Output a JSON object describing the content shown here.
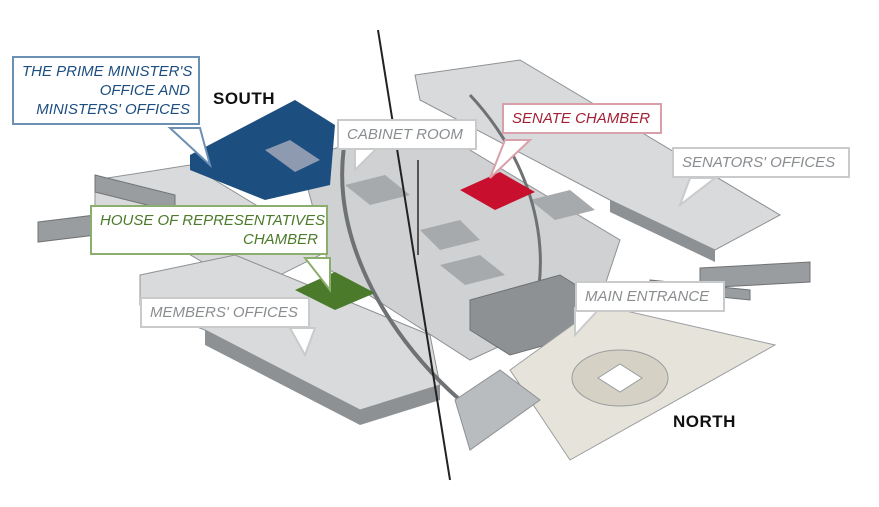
{
  "compass": {
    "south": "SOUTH",
    "north": "NORTH"
  },
  "labels": {
    "prime_minister": {
      "line1": "THE PRIME MINISTER'S",
      "line2": "OFFICE AND",
      "line3": "MINISTERS' OFFICES"
    },
    "cabinet_room": "CABINET ROOM",
    "senate_chamber": "SENATE CHAMBER",
    "senators_offices": "SENATORS' OFFICES",
    "house_of_reps": {
      "line1": "HOUSE OF REPRESENTATIVES",
      "line2": "CHAMBER"
    },
    "members_offices": "MEMBERS' OFFICES",
    "main_entrance": "MAIN ENTRANCE"
  },
  "colors": {
    "prime_minister_wing": "#1d4e80",
    "senate_chamber": "#c8102e",
    "house_chamber": "#4a7a2a",
    "building_light": "#d9dadb",
    "building_mid": "#bfc1c3",
    "building_dark": "#8e9194",
    "forecourt": "#e6e3da"
  }
}
